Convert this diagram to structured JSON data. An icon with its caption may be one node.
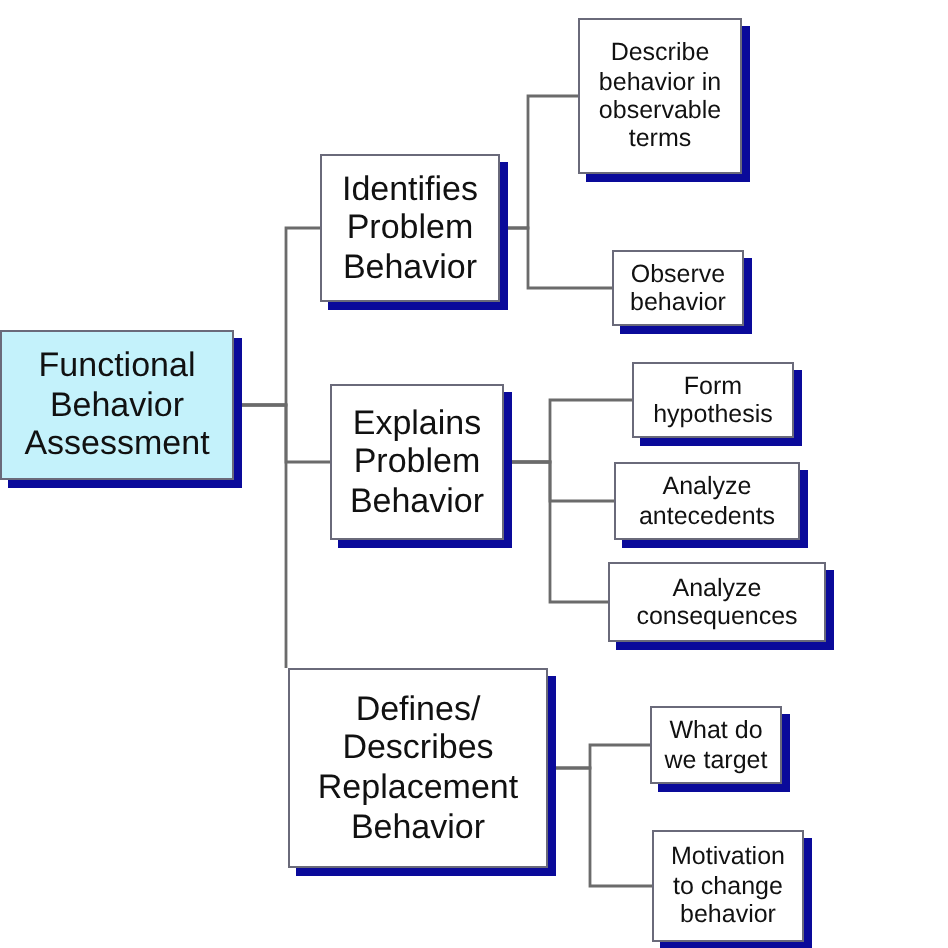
{
  "diagram": {
    "nodes": [
      {
        "text": [
          "Functional Behavior Assessment"
        ]
      },
      {
        "text": [
          "Identifies Problem Behavior"
        ]
      },
      {
        "text": [
          "Explains Problem Behavior"
        ]
      },
      {
        "text": [
          "Defines/ Describes Replacement Behavior"
        ]
      },
      {
        "text": [
          "Describe behavior in observable terms"
        ]
      },
      {
        "text": [
          "Observe behavior"
        ]
      },
      {
        "text": [
          "Form hypothesis"
        ]
      },
      {
        "text": [
          "Analyze antecedents"
        ]
      },
      {
        "text": [
          "Analyze consequences"
        ]
      },
      {
        "text": [
          "What do we target"
        ]
      },
      {
        "text": [
          "Motivation to change behavior"
        ]
      }
    ],
    "edges": [
      {
        "from": 0,
        "to": 1,
        "arrow": "none"
      },
      {
        "from": 0,
        "to": 2,
        "arrow": "none"
      },
      {
        "from": 0,
        "to": 3,
        "arrow": "none"
      },
      {
        "from": 1,
        "to": 4,
        "arrow": "none"
      },
      {
        "from": 1,
        "to": 5,
        "arrow": "none"
      },
      {
        "from": 2,
        "to": 6,
        "arrow": "none"
      },
      {
        "from": 2,
        "to": 7,
        "arrow": "none"
      },
      {
        "from": 2,
        "to": 8,
        "arrow": "none"
      },
      {
        "from": 3,
        "to": 9,
        "arrow": "none"
      },
      {
        "from": 3,
        "to": 10,
        "arrow": "none"
      }
    ]
  }
}
